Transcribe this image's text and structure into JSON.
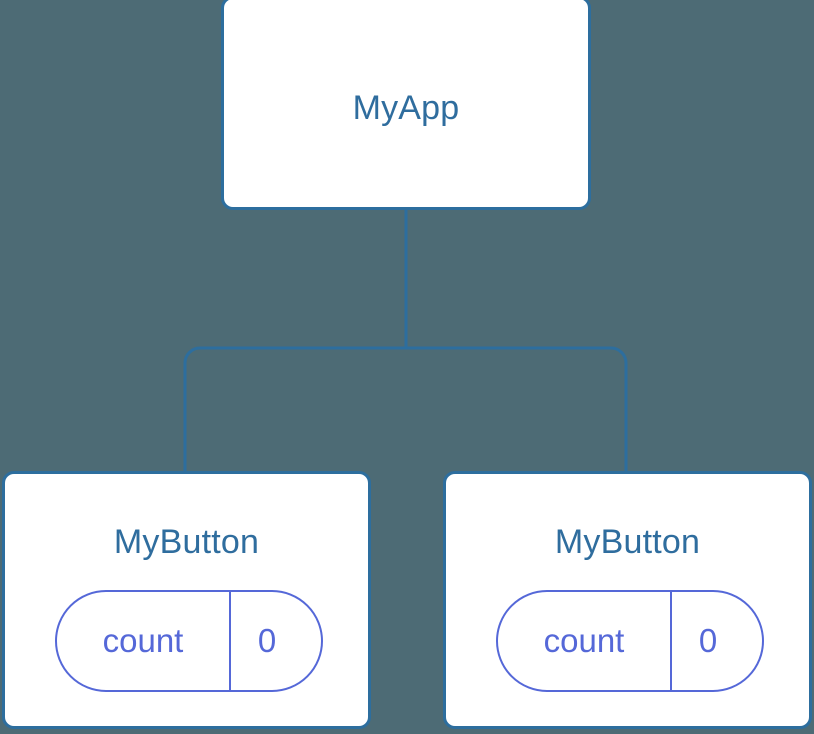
{
  "diagram": {
    "type": "component-tree",
    "background_color": "#4d6b75",
    "node_border_color": "#2d6e9e",
    "node_fill_color": "#ffffff",
    "title_color": "#2f6d9e",
    "state_color": "#5568d8",
    "edge_color": "#2d6e9e",
    "root": {
      "label": "MyApp"
    },
    "children": [
      {
        "label": "MyButton",
        "state": {
          "key": "count",
          "value": "0"
        }
      },
      {
        "label": "MyButton",
        "state": {
          "key": "count",
          "value": "0"
        }
      }
    ]
  }
}
